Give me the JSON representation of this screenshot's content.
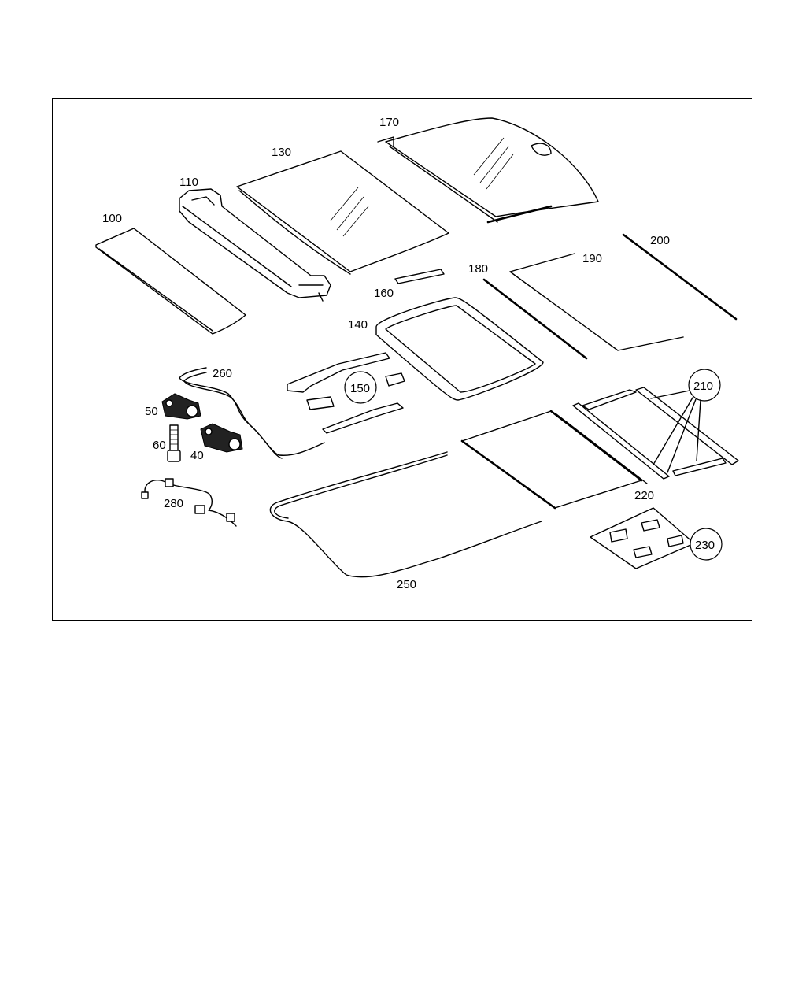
{
  "labels": {
    "p100": "100",
    "p110": "110",
    "p130": "130",
    "p170": "170",
    "p200": "200",
    "p190": "190",
    "p180": "180",
    "p160": "160",
    "p140": "140",
    "p260": "260",
    "p150": "150",
    "p50": "50",
    "p60": "60",
    "p40": "40",
    "p280": "280",
    "p210": "210",
    "p220": "220",
    "p230": "230",
    "p250": "250"
  }
}
